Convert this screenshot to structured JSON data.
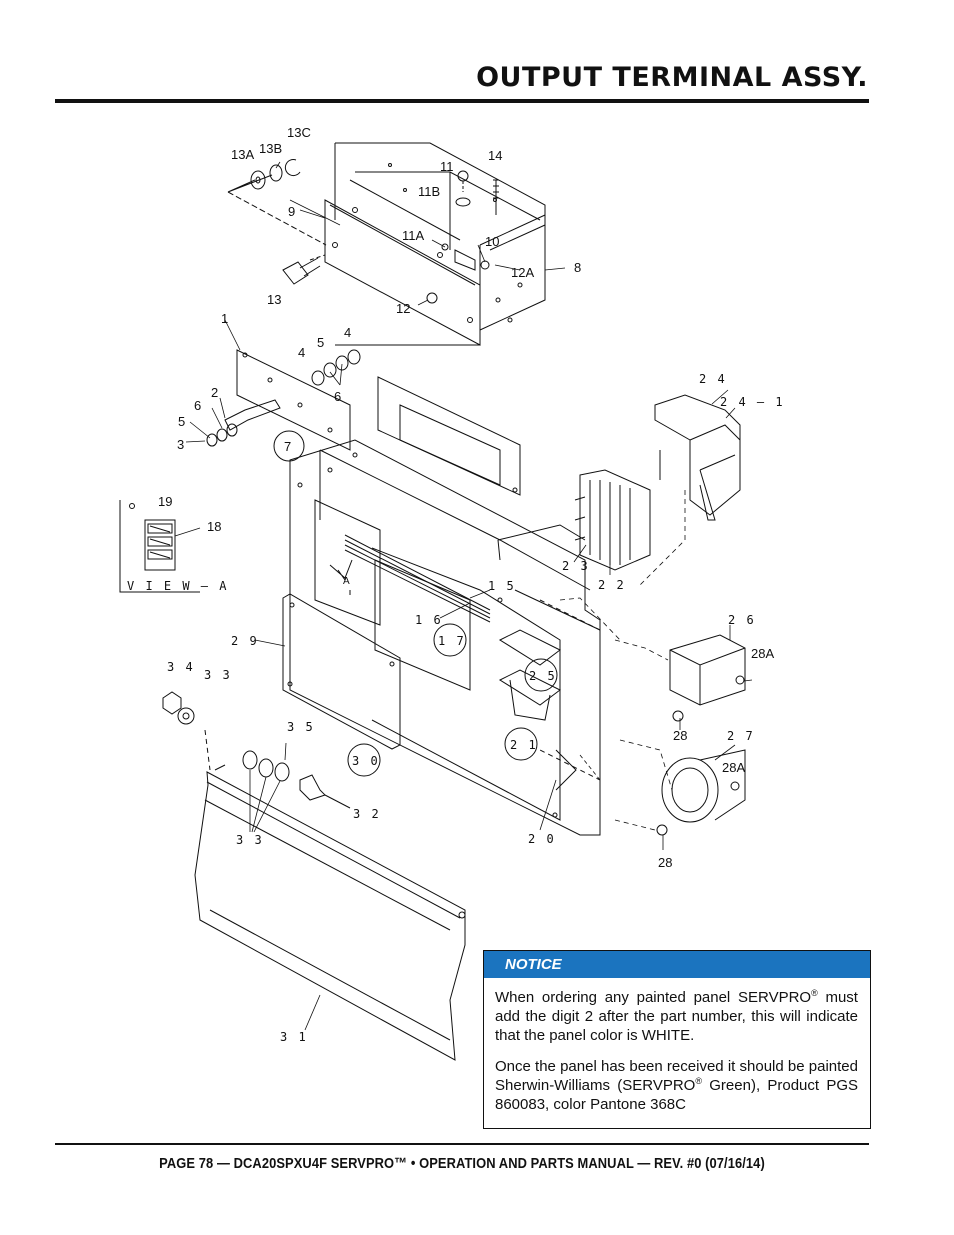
{
  "page": {
    "title": "OUTPUT TERMINAL ASSY.",
    "footer": "PAGE 78 — DCA20SPXU4F SERVPRO™ • OPERATION AND PARTS MANUAL — REV. #0 (07/16/14)"
  },
  "notice": {
    "heading": "NOTICE",
    "p1_a": "When ordering any painted panel SERVPRO",
    "p1_b": " must add the digit 2 after the part number, this will indicate that the panel color is WHITE.",
    "p2_a": "Once the panel has been received it should be painted Sherwin-Williams (SERVPRO",
    "p2_b": " Green), Product PGS 860083, color Pantone 368C",
    "reg": "®"
  },
  "colors": {
    "notice_header": "#1b74bf",
    "ink": "#111111"
  },
  "diagram": {
    "labels": {
      "l13A": "13A",
      "l13B": "13B",
      "l13C": "13C",
      "l11": "11",
      "l14": "14",
      "l11B": "11B",
      "l9": "9",
      "l11A": "11A",
      "l10": "10",
      "l12A": "12A",
      "l8": "8",
      "l13": "13",
      "l12": "12",
      "l1": "1",
      "l4a": "4",
      "l5a": "5",
      "l4b": "4",
      "l6a": "6",
      "l2": "2",
      "l6b": "6",
      "l5b": "5",
      "l3": "3",
      "l7": "7",
      "l24": "2 4",
      "l24_1": "2 4 – 1",
      "l19": "19",
      "l18": "18",
      "view_a": "V I E W – A",
      "lA": "A",
      "l15": "1 5",
      "l16": "1 6",
      "l17": "1 7",
      "l23": "2 3",
      "l22": "2 2",
      "l29": "2 9",
      "l26": "2 6",
      "l28A_a": "28A",
      "l34": "3 4",
      "l33a": "3 3",
      "l25": "2 5",
      "l28a": "28",
      "l35": "3 5",
      "l21": "2 1",
      "l27": "2 7",
      "l28A_b": "28A",
      "l30": "3 0",
      "l32": "3 2",
      "l33b": "3 3",
      "l20": "2 0",
      "l28b": "28",
      "l31": "3 1"
    }
  }
}
